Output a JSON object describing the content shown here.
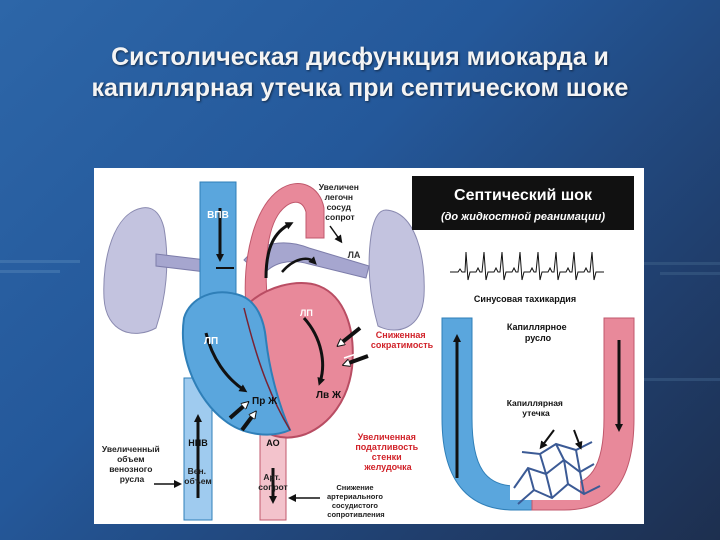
{
  "slide": {
    "title_line1": "Систолическая дисфункция миокарда и",
    "title_line2": "капиллярная утечка при септическом шоке"
  },
  "heart": {
    "svc": "ВПВ",
    "aorta": "АО",
    "ra": "ЛП",
    "la": "ЛП",
    "rv": "Пр Ж",
    "lv": "Лв Ж",
    "ivc": "НПВ",
    "ao_lower": "АО",
    "pa": "ЛА",
    "pvr": [
      "Увеличен",
      "легочн",
      "сосуд",
      "сопрот"
    ],
    "contractility": [
      "Сниженная",
      "сократимость"
    ],
    "compliance": [
      "Увеличенная",
      "податливость",
      "стенки",
      "желудочка"
    ],
    "venous": [
      "Увеличенный",
      "объем",
      "венозного",
      "русла"
    ],
    "ven_volume": [
      "Вен.",
      "объем"
    ],
    "art_pressure": [
      "Арт.",
      "сопрот"
    ],
    "svr": [
      "Снижение",
      "артериального",
      "сосудистого",
      "сопротивления"
    ]
  },
  "panel": {
    "heading1": "Септический шок",
    "heading2": "(до жидкостной реанимации)",
    "ecg_label": "Синусовая тахикардия",
    "capillary_bed": [
      "Капиллярное",
      "русло"
    ],
    "capillary_leak": [
      "Капиллярная",
      "утечка"
    ]
  },
  "colors": {
    "background": "#2a5c9c",
    "venous_blue": "#5aa6dd",
    "arterial_red": "#e8899a",
    "pulmonary_purple": "#a6a6cf",
    "lung": "#c3c3df",
    "warning_red": "#d1232a"
  }
}
